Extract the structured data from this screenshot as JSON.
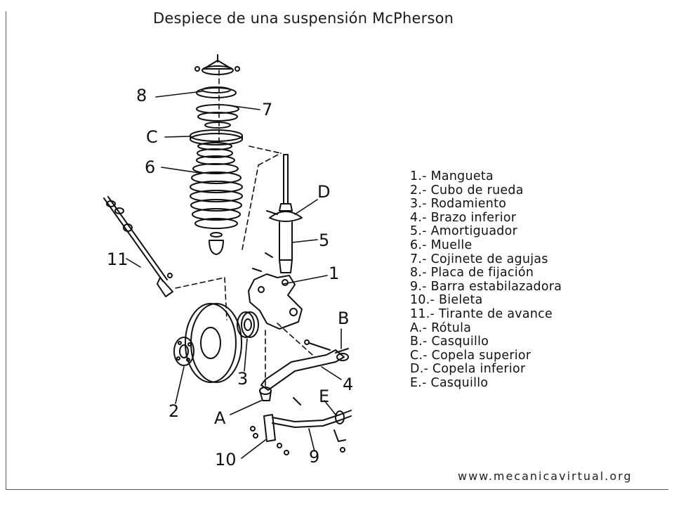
{
  "title": "Despiece de una suspensión McPherson",
  "callouts": {
    "n8": "8",
    "n7": "7",
    "c": "C",
    "n6": "6",
    "d": "D",
    "n5": "5",
    "n11": "11",
    "n1": "1",
    "b": "B",
    "n3": "3",
    "n4": "4",
    "n2": "2",
    "a": "A",
    "e": "E",
    "n10": "10",
    "n9": "9"
  },
  "legend": [
    "1.- Mangueta",
    "2.- Cubo de rueda",
    "3.- Rodamiento",
    "4.- Brazo inferior",
    "5.- Amortiguador",
    "6.- Muelle",
    "7.- Cojinete de agujas",
    "8.- Placa de fijación",
    "9.- Barra estabilazadora",
    "10.- Bieleta",
    "11.- Tirante de avance",
    "A.- Rótula",
    "B.- Casquillo",
    "C.- Copela superior",
    "D.- Copela inferior",
    "E.- Casquillo"
  ],
  "credit": "www.mecanicavirtual.org"
}
